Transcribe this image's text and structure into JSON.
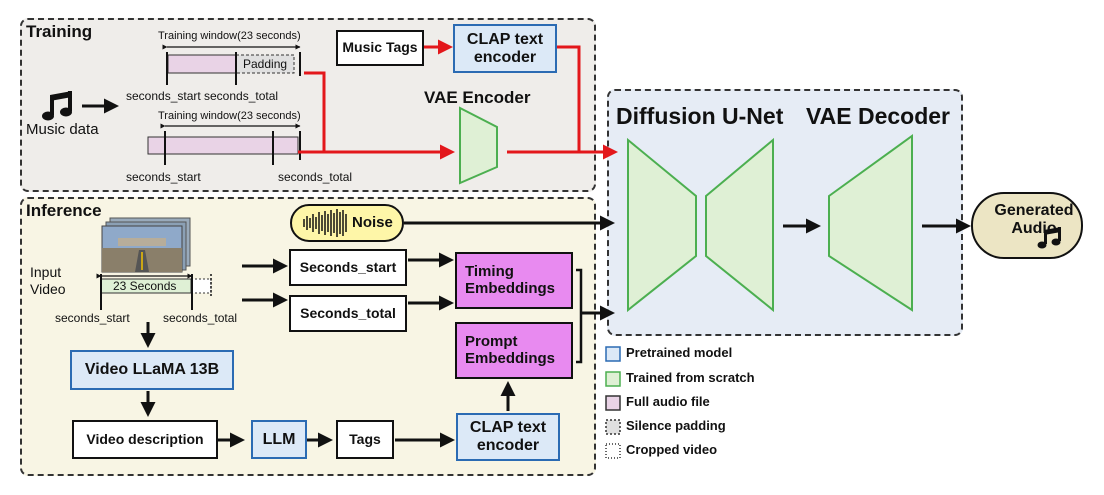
{
  "training": {
    "title": "Training",
    "music_data_label": "Music data",
    "window1_label": "Training window(23 seconds)",
    "padding_label": "Padding",
    "window1_start": "seconds_start",
    "window1_total": "seconds_total",
    "window2_label": "Training window(23 seconds)",
    "window2_start": "seconds_start",
    "window2_total": "seconds_total",
    "music_tags": "Music Tags",
    "clap_encoder": "CLAP text encoder",
    "vae_encoder": "VAE Encoder"
  },
  "models": {
    "diffusion_unet": "Diffusion U-Net",
    "vae_decoder": "VAE Decoder",
    "generated_audio": "Generated Audio"
  },
  "inference": {
    "title": "Inference",
    "noise": "Noise",
    "input_video_label": "Input Video",
    "seconds_label": "23 Seconds",
    "seconds_start_label": "seconds_start",
    "seconds_total_label": "seconds_total",
    "seconds_start_box": "Seconds_start",
    "seconds_total_box": "Seconds_total",
    "timing_embeddings": "Timing Embeddings",
    "prompt_embeddings": "Prompt Embeddings",
    "video_llama": "Video LLaMA 13B",
    "video_description": "Video description",
    "llm": "LLM",
    "tags": "Tags",
    "clap_encoder": "CLAP text encoder"
  },
  "legend": [
    {
      "label": "Pretrained model",
      "fill": "#dce9f7",
      "stroke": "#2b6bb3",
      "style": "solid"
    },
    {
      "label": "Trained from scratch",
      "fill": "#dff0d5",
      "stroke": "#4caf50",
      "style": "solid"
    },
    {
      "label": "Full audio file",
      "fill": "#e9d3e6",
      "stroke": "#333333",
      "style": "solid"
    },
    {
      "label": "Silence padding",
      "fill": "#e0e0e0",
      "stroke": "#333333",
      "style": "dashed"
    },
    {
      "label": "Cropped video",
      "fill": "#ffffff",
      "stroke": "#333333",
      "style": "dotted"
    }
  ],
  "colors": {
    "training_bg": "#efedea",
    "inference_bg": "#f8f5e4",
    "model_bg": "#e6ecf5",
    "arrow_red": "#e3171b",
    "trapezoid_fill": "#dff0d5",
    "trapezoid_stroke": "#4caf50"
  }
}
